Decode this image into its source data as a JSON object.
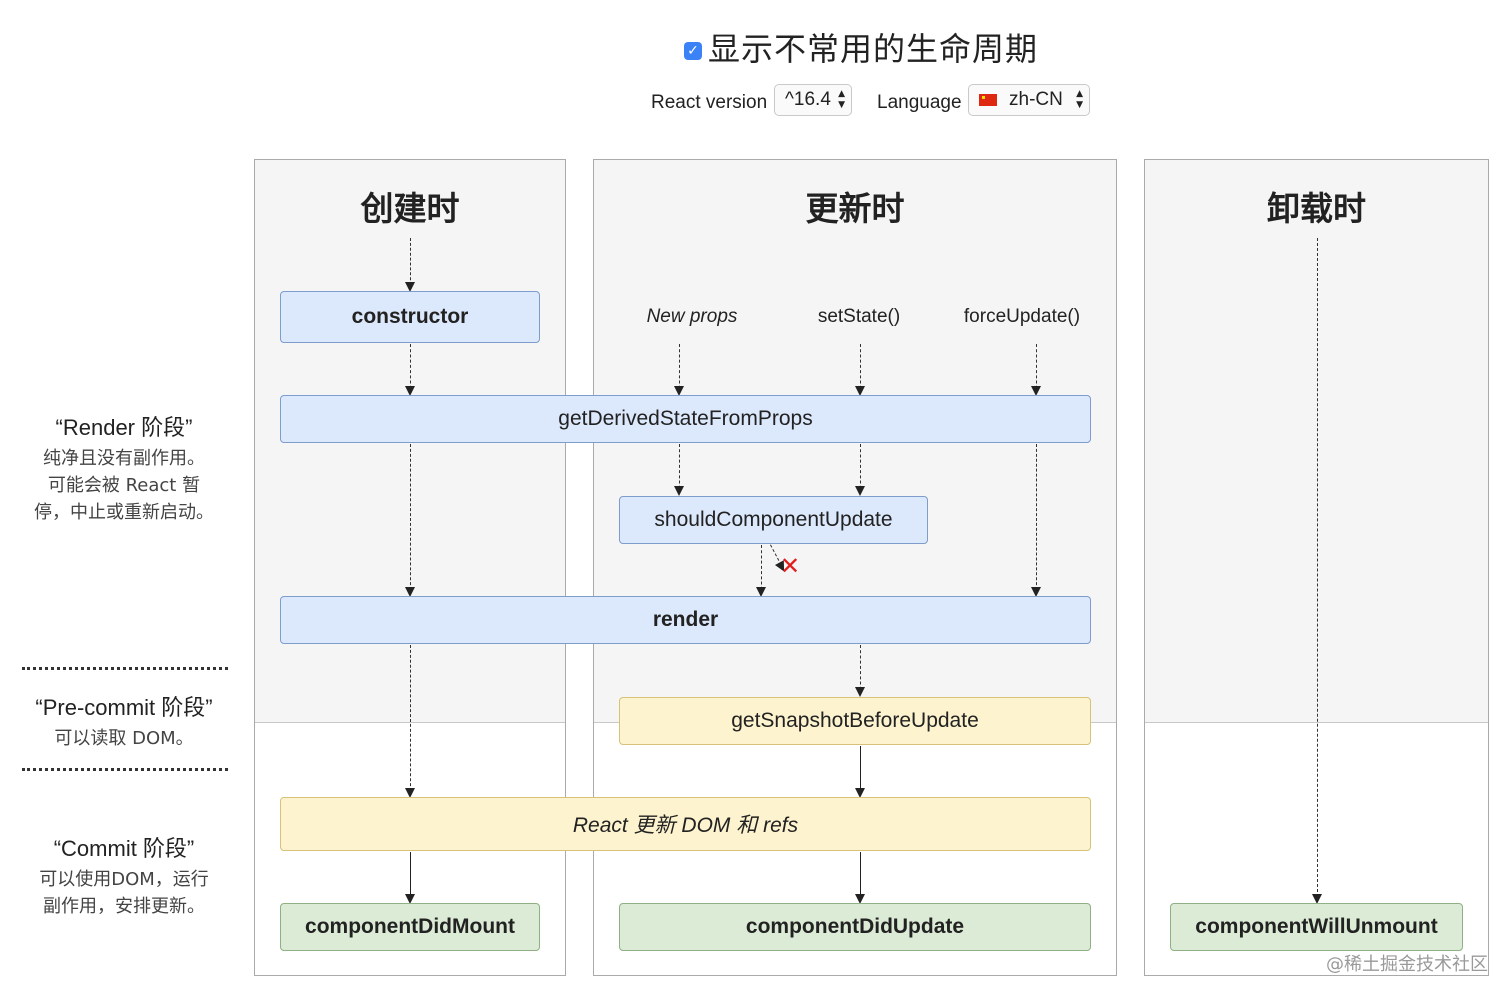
{
  "header": {
    "checkbox_glyph": "✓",
    "title": "显示不常用的生命周期",
    "react_version_label": "React version",
    "react_version_value": "^16.4",
    "language_label": "Language",
    "language_value": "zh-CN"
  },
  "columns": {
    "mount": "创建时",
    "update": "更新时",
    "unmount": "卸载时"
  },
  "triggers": {
    "new_props": "New props",
    "set_state": "setState()",
    "force_update": "forceUpdate()"
  },
  "boxes": {
    "constructor": "constructor",
    "gdsfp": "getDerivedStateFromProps",
    "scu": "shouldComponentUpdate",
    "render": "render",
    "gsbu": "getSnapshotBeforeUpdate",
    "react_updates": "React 更新 DOM 和 refs",
    "cdm": "componentDidMount",
    "cdu": "componentDidUpdate",
    "cwu": "componentWillUnmount"
  },
  "phases": {
    "render_title": "“Render 阶段”",
    "render_desc_1": "纯净且没有副作用。",
    "render_desc_2": "可能会被 React 暂",
    "render_desc_3": "停，中止或重新启动。",
    "precommit_title": "“Pre-commit 阶段”",
    "precommit_desc": "可以读取 DOM。",
    "commit_title": "“Commit 阶段”",
    "commit_desc_1": "可以使用DOM，运行",
    "commit_desc_2": "副作用，安排更新。"
  },
  "watermark": "@稀土掘金技术社区",
  "icons": {
    "x_mark": "✕"
  }
}
